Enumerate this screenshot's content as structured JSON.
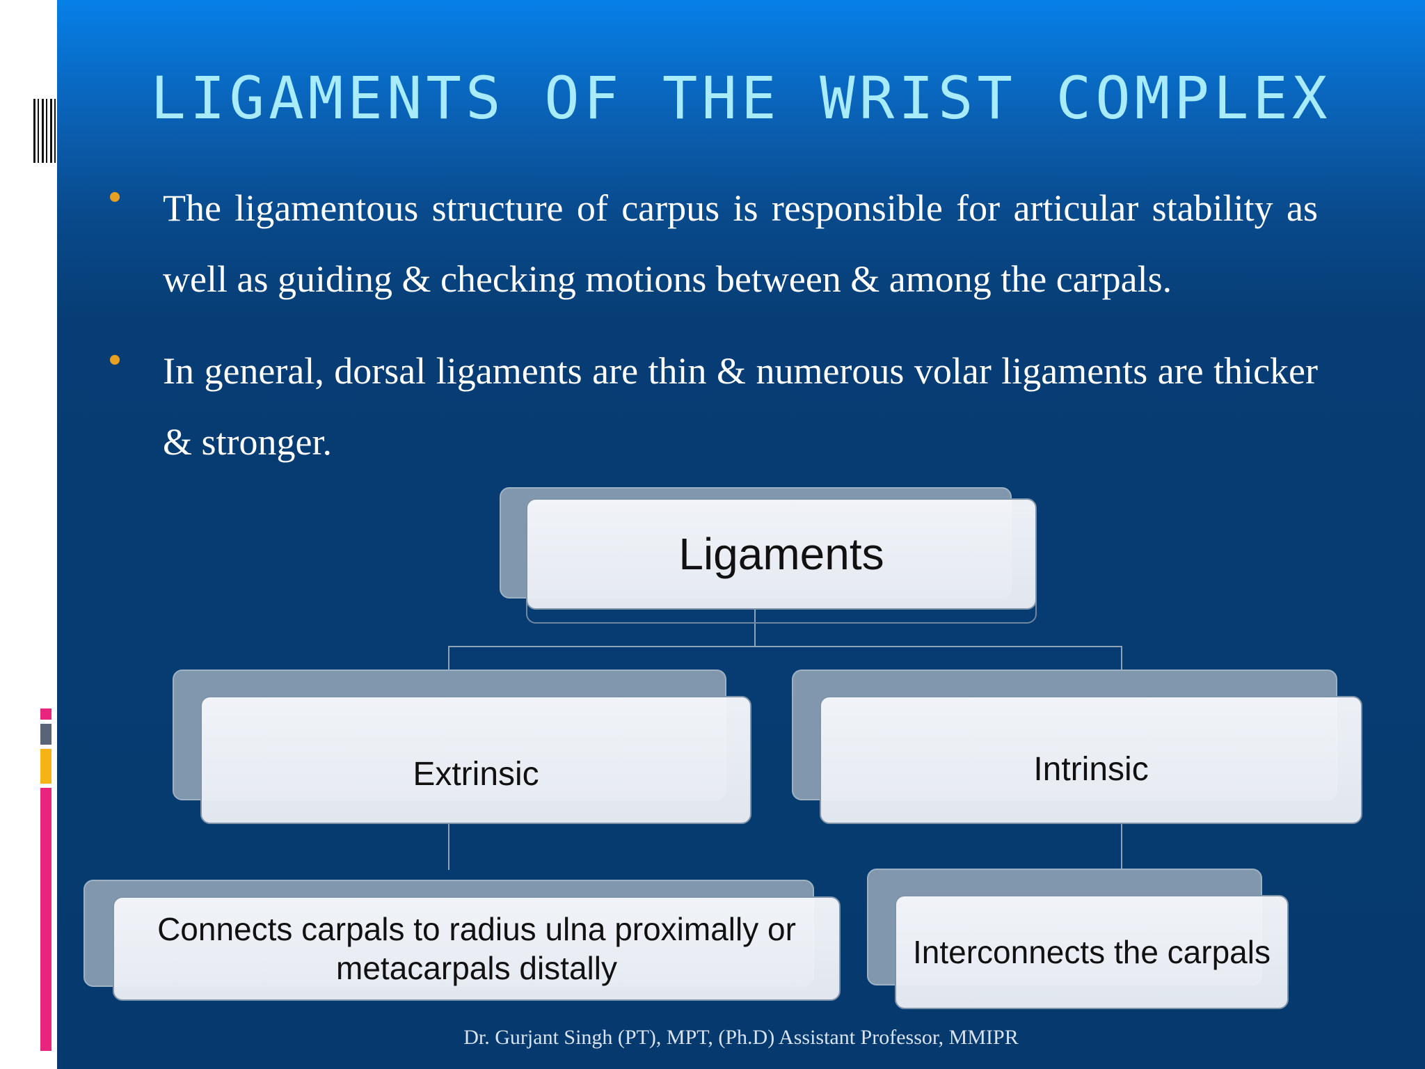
{
  "slide": {
    "title": "LIGAMENTS OF THE WRIST COMPLEX",
    "bullets": [
      "The ligamentous structure of carpus is responsible for articular stability as well as guiding & checking motions between & among the carpals.",
      "In general, dorsal ligaments are thin & numerous volar ligaments are thicker & stronger."
    ],
    "footer": "Dr. Gurjant Singh (PT), MPT, (Ph.D) Assistant Professor, MMIPR"
  },
  "diagram": {
    "root": "Ligaments",
    "extrinsic": {
      "label": "Extrinsic",
      "description": "Connects carpals to radius ulna proximally or metacarpals distally"
    },
    "intrinsic": {
      "label": "Intrinsic",
      "description": "Interconnects the carpals"
    }
  },
  "colors": {
    "title": "#a8ecfb",
    "bullet_marker": "#e8a020",
    "box_back": "#8097ad",
    "box_front": "#f1f3f7",
    "accent_pink": "#e8247e",
    "accent_yellow": "#f5b316"
  }
}
